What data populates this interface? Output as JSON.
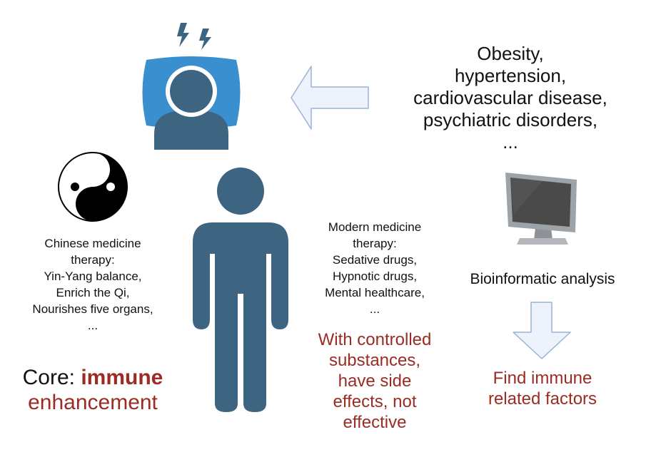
{
  "colors": {
    "figure": "#3d6582",
    "blue_frame": "#3a8fcf",
    "arrow_fill": "#eef3fb",
    "arrow_stroke": "#9ab2d9",
    "accent_red": "#9b2c24",
    "bolt": "#3d6582",
    "monitor_frame": "#9ea3a8",
    "monitor_screen": "#4a4a4a"
  },
  "icons": {
    "headache": "person-headache-icon",
    "arrow_left": "left-arrow-icon",
    "yin_yang": "yin-yang-icon",
    "person": "standing-person-icon",
    "monitor": "computer-monitor-icon",
    "arrow_down": "down-arrow-icon"
  },
  "comorbidities": {
    "lines": [
      "Obesity,",
      "hypertension,",
      "cardiovascular disease,",
      "psychiatric disorders,",
      "..."
    ]
  },
  "chinese_medicine": {
    "lines": [
      "Chinese medicine",
      "therapy:",
      "Yin-Yang balance,",
      "Enrich the Qi,",
      "Nourishes five organs,",
      "..."
    ]
  },
  "core": {
    "prefix": "Core: ",
    "highlight": "immune",
    "line2": "enhancement"
  },
  "modern_medicine": {
    "lines": [
      "Modern medicine",
      "therapy:",
      "Sedative drugs,",
      "Hypnotic drugs,",
      "Mental healthcare,",
      "..."
    ]
  },
  "warning": {
    "lines": [
      "With controlled",
      "substances,",
      "have side",
      "effects, not",
      "effective"
    ]
  },
  "bioinformatics": {
    "label": "Bioinformatic analysis"
  },
  "findings": {
    "lines": [
      "Find immune",
      "related factors"
    ]
  }
}
